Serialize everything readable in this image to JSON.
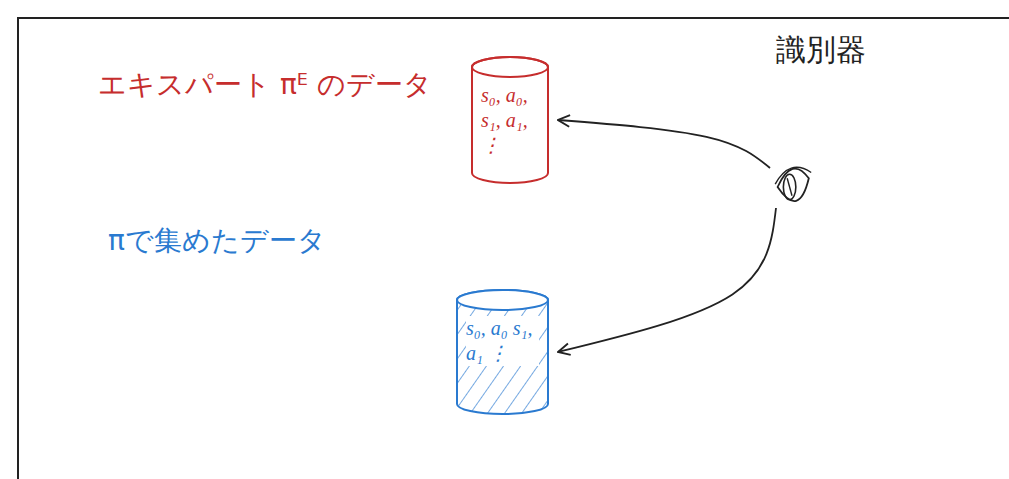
{
  "diagram": {
    "nodes": [
      {
        "text": [
          "s₀, a₀, s₁, a₁, ⋮"
        ]
      },
      {
        "text": [
          "識別器"
        ]
      },
      {
        "text": [
          "s₀, a₀ s₁, a₁ ⋮"
        ]
      }
    ],
    "edges": [
      {
        "from": 1,
        "to": 0,
        "arrow": "to"
      },
      {
        "from": 1,
        "to": 2,
        "arrow": "to"
      }
    ],
    "labels": [
      "エキスパート πᴱ のデータ",
      "πで集めたデータ"
    ]
  }
}
